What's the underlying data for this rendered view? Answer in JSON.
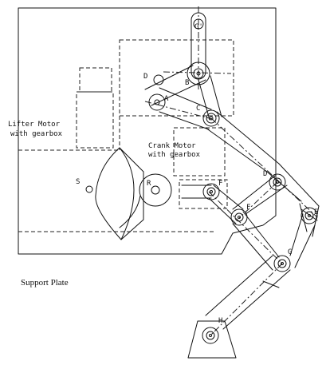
{
  "labels": {
    "lifter_motor_line1": "Lifter Motor",
    "lifter_motor_line2": "with gearbox",
    "crank_motor_line1": "Crank Motor",
    "crank_motor_line2": "with gearbox",
    "support_plate": "Support Plate"
  },
  "points": {
    "G_prime": "G'",
    "B": "B",
    "D_small": "D",
    "A": "A",
    "C": "C",
    "S": "S",
    "R": "R",
    "F_prime": "F'",
    "D": "D",
    "F": "F",
    "E": "E",
    "G": "G",
    "H": "H"
  }
}
